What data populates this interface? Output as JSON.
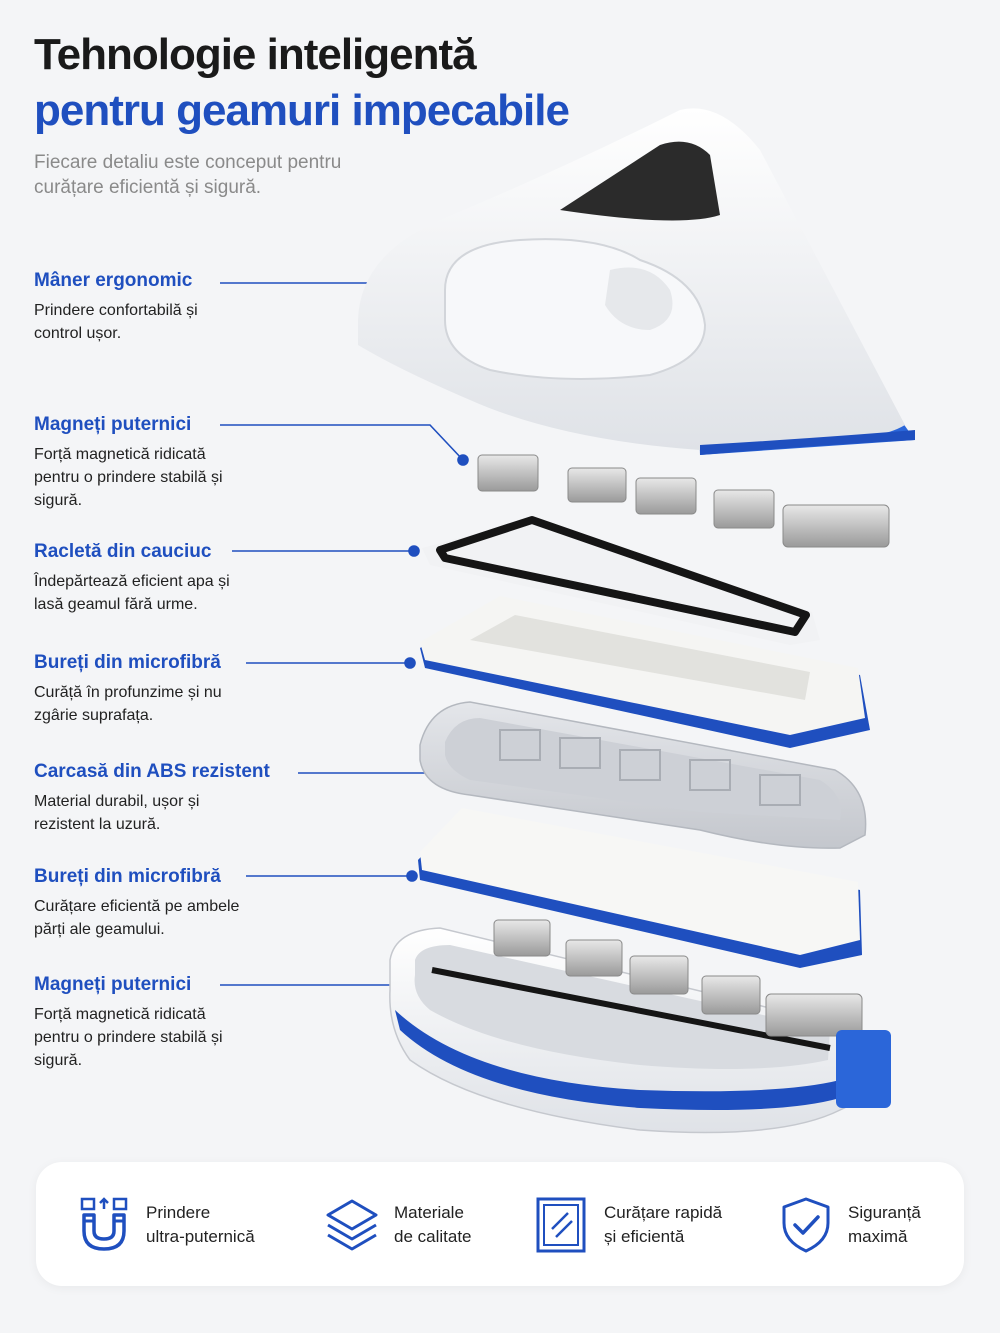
{
  "header": {
    "title_line1": "Tehnologie inteligentă",
    "title_line2": "pentru geamuri impecabile",
    "subtitle": "Fiecare detaliu este conceput pentru curățare eficientă și sigură."
  },
  "components": [
    {
      "title": "Mâner ergonomic",
      "desc": "Prindere confortabilă și control ușor."
    },
    {
      "title": "Magneți puternici",
      "desc": "Forță magnetică ridicată pentru o prindere stabilă și sigură."
    },
    {
      "title": "Racletă din cauciuc",
      "desc": "Îndepărtează eficient apa și lasă geamul fără urme."
    },
    {
      "title": "Bureți din microfibră",
      "desc": "Curăță în profunzime și nu zgârie suprafața."
    },
    {
      "title": "Carcasă din ABS rezistent",
      "desc": "Material durabil, ușor și rezistent la uzură."
    },
    {
      "title": "Bureți din microfibră",
      "desc": "Curățare eficientă pe ambele părți ale geamului."
    },
    {
      "title": "Magneți puternici",
      "desc": "Forță magnetică ridicată pentru o prindere stabilă și sigură."
    }
  ],
  "features": [
    {
      "icon": "magnet-icon",
      "line1": "Prindere",
      "line2": "ultra-puternică"
    },
    {
      "icon": "layers-icon",
      "line1": "Materiale",
      "line2": "de calitate"
    },
    {
      "icon": "window-icon",
      "line1": "Curățare rapidă",
      "line2": "și eficientă"
    },
    {
      "icon": "shield-check-icon",
      "line1": "Siguranță",
      "line2": "maximă"
    }
  ],
  "colors": {
    "accent": "#1f4fbf",
    "text": "#1a1a1a",
    "muted": "#8a8a8a",
    "background": "#f4f5f7"
  }
}
